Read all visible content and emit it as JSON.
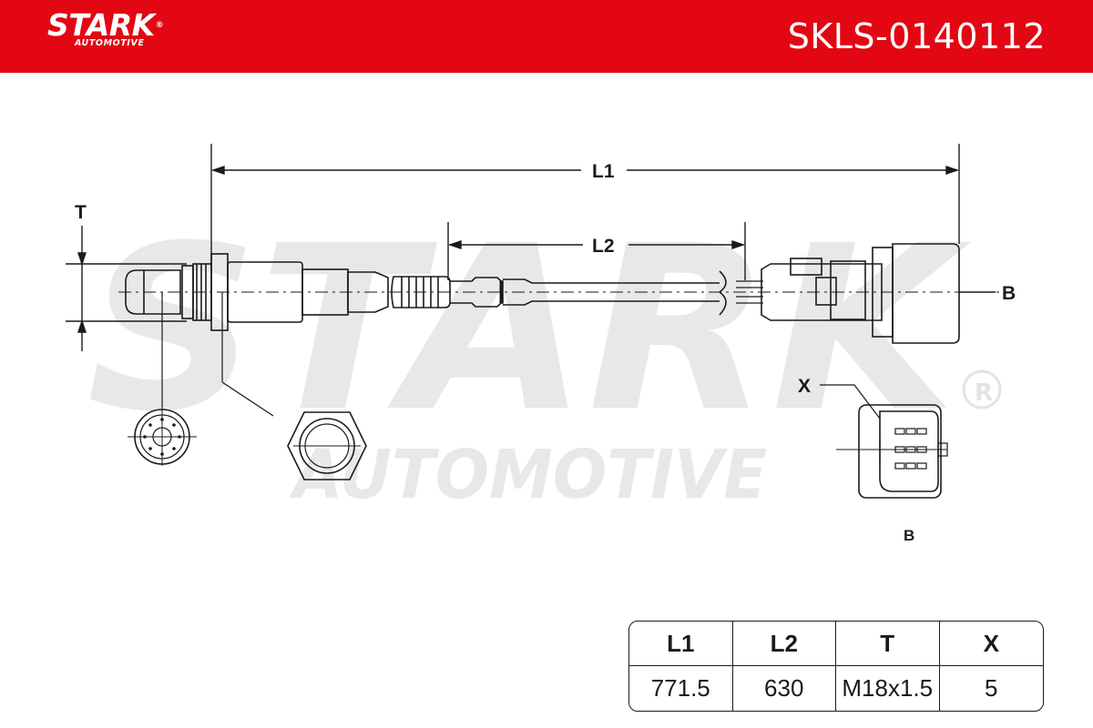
{
  "header": {
    "brand": "STARK",
    "brand_mark": "®",
    "brand_sub": "AUTOMOTIVE",
    "part_number": "SKLS-0140112",
    "brand_color": "#e30613"
  },
  "watermark": {
    "text": "STARK",
    "sub": "AUTOMOTIVE",
    "mark": "®"
  },
  "drawing": {
    "labels": {
      "l1": "L1",
      "l2": "L2",
      "t": "T",
      "b": "B",
      "x": "X",
      "b_bottom": "B"
    }
  },
  "spec_table": {
    "headers": [
      "L1",
      "L2",
      "T",
      "X"
    ],
    "values": [
      "771.5",
      "630",
      "M18x1.5",
      "5"
    ]
  }
}
